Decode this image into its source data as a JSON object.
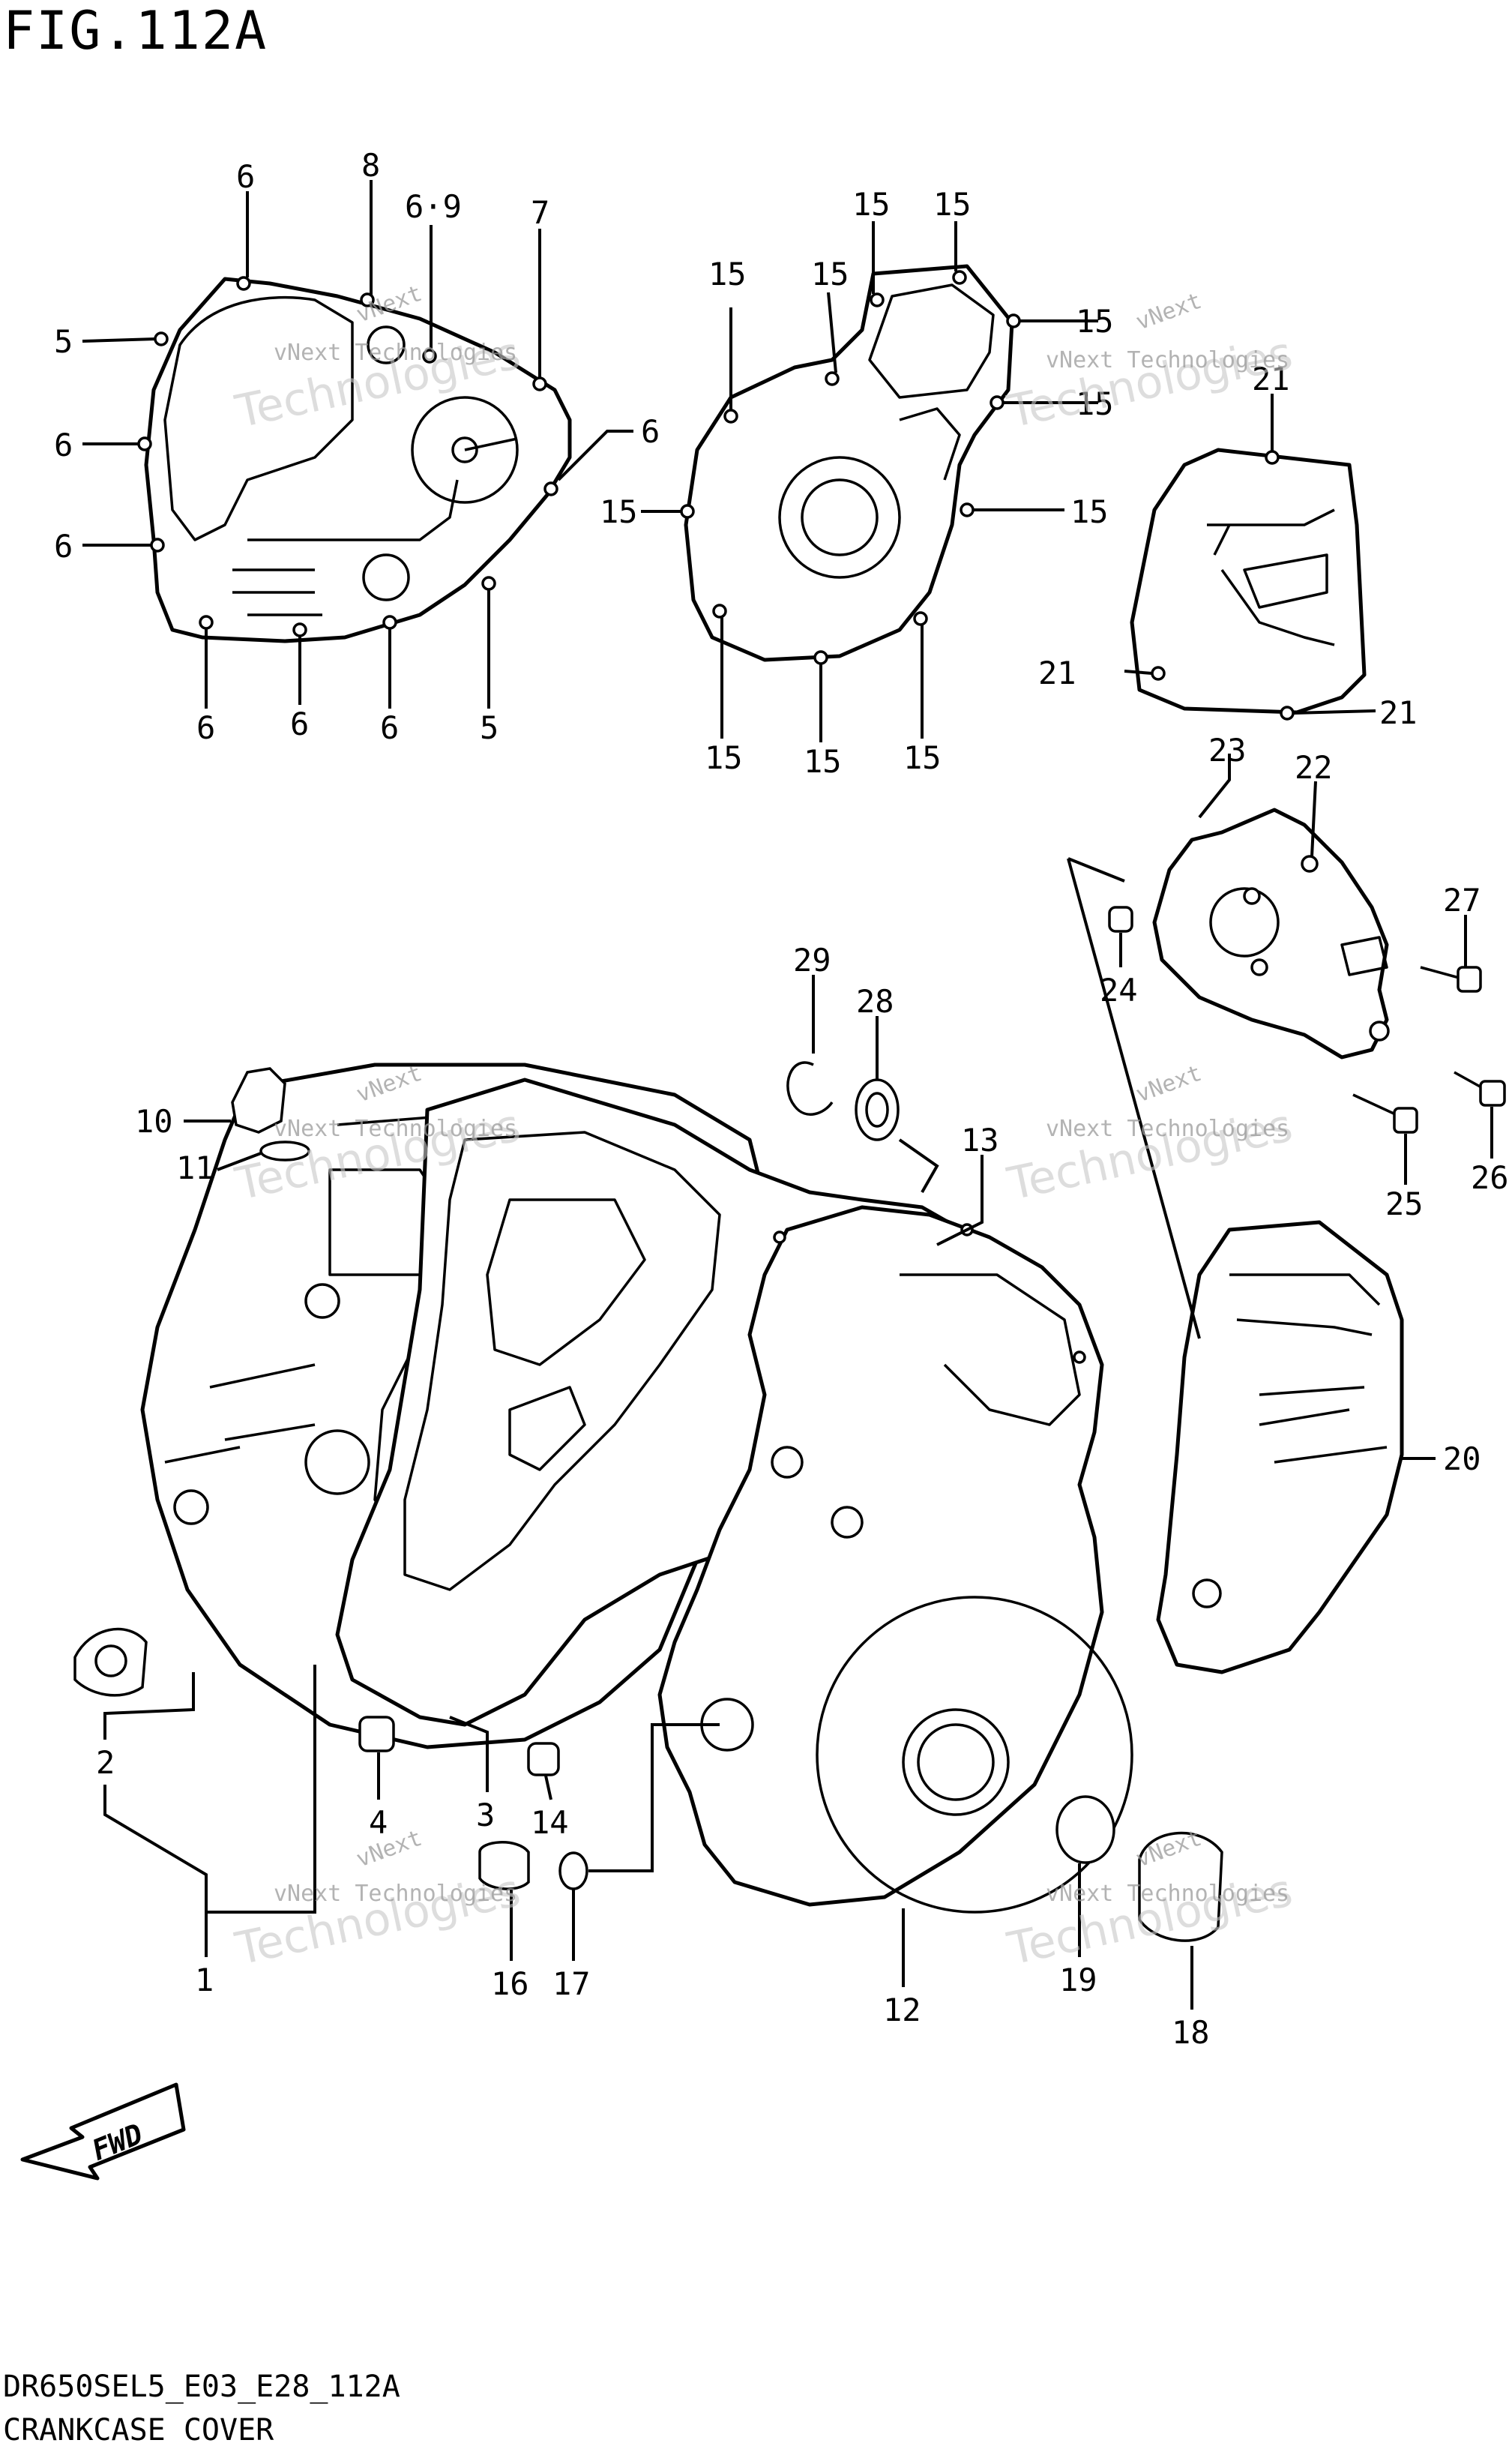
{
  "figure_title": "FIG.112A",
  "footer": {
    "model_code": "DR650SEL5_E03_E28_112A",
    "section_name": "CRANKCASE COVER"
  },
  "arrow_label": "FWD",
  "watermark": {
    "small": "vNext Technologies",
    "large": "Technologies",
    "overlay": "vNext"
  },
  "callouts": {
    "c1": "1",
    "c2": "2",
    "c3": "3",
    "c4": "4",
    "c5a": "5",
    "c5b": "5",
    "c6a": "6",
    "c6b": "6",
    "c6c": "6",
    "c6d": "6",
    "c6e": "6",
    "c6f": "6",
    "c6g": "6",
    "c69": "6·9",
    "c7": "7",
    "c8": "8",
    "c10": "10",
    "c11": "11",
    "c12": "12",
    "c13": "13",
    "c14": "14",
    "c15a": "15",
    "c15b": "15",
    "c15c": "15",
    "c15d": "15",
    "c15e": "15",
    "c15f": "15",
    "c15g": "15",
    "c15h": "15",
    "c15i": "15",
    "c15j": "15",
    "c15k": "15",
    "c16": "16",
    "c17": "17",
    "c18": "18",
    "c19": "19",
    "c20": "20",
    "c21a": "21",
    "c21b": "21",
    "c21c": "21",
    "c22": "22",
    "c23": "23",
    "c24": "24",
    "c25": "25",
    "c26": "26",
    "c27": "27",
    "c28": "28",
    "c29": "29"
  }
}
